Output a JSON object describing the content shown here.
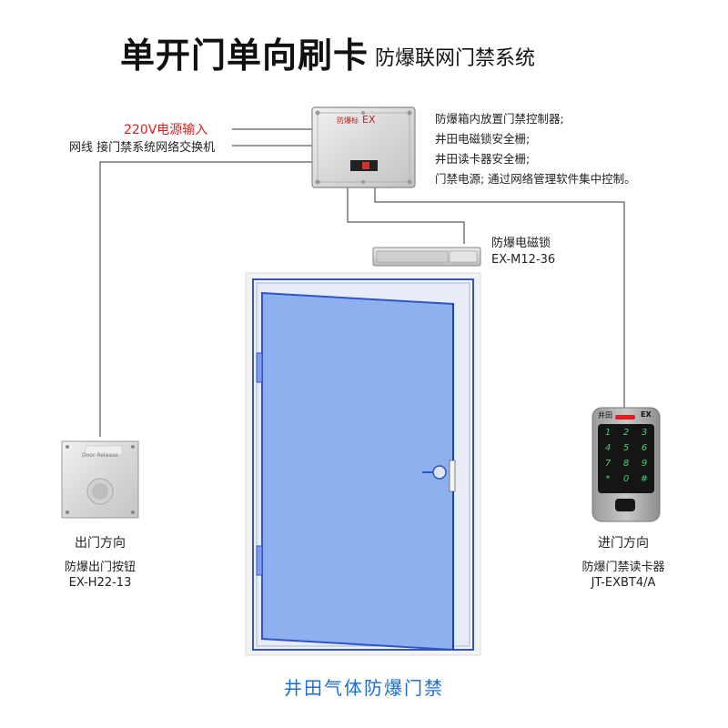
{
  "title": {
    "main": "单开门单向刷卡",
    "sub": "防爆联网门禁系统"
  },
  "controller_box": {
    "plate_text": "EX",
    "tag_text": "防爆标",
    "inputs": {
      "power": "220V电源输入",
      "network": "网线 接门禁系统网络交换机"
    },
    "description": [
      "防爆箱内放置门禁控制器;",
      "井田电磁锁安全栅;",
      "井田读卡器安全栅;",
      "门禁电源; 通过网络管理软件集中控制。"
    ]
  },
  "magnetic_lock": {
    "name": "防爆电磁锁",
    "model": "EX-M12-36"
  },
  "exit_button": {
    "direction": "出门方向",
    "name": "防爆出门按钮",
    "model": "EX-H22-13",
    "plate_text": "Door Release"
  },
  "card_reader": {
    "direction": "进门方向",
    "name": "防爆门禁读卡器",
    "model": "JT-EXBT4/A",
    "brand": "井田",
    "ex_mark": "EX",
    "keys": [
      "1",
      "2",
      "3",
      "4",
      "5",
      "6",
      "7",
      "8",
      "9",
      "*",
      "0",
      "#"
    ]
  },
  "footer": "井田气体防爆门禁",
  "colors": {
    "accent_blue": "#1a6fd0",
    "power_red": "#e02020",
    "door_fill": "#8fb0ee",
    "door_stroke": "#2f55c8",
    "keypad_green": "#3fd46b"
  }
}
